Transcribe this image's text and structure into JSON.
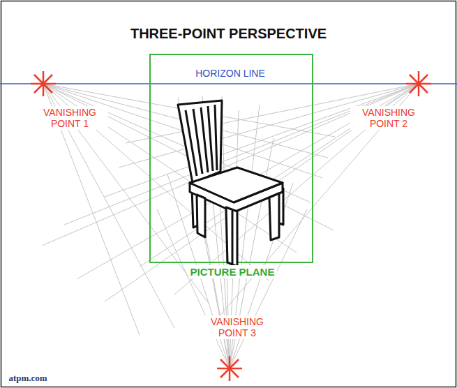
{
  "diagram": {
    "title": "THREE-POINT PERSPECTIVE",
    "labels": [
      "HORIZON LINE",
      "VANISHING POINT 1",
      "VANISHING POINT 2",
      "PICTURE PLANE",
      "VANISHING POINT 3",
      "atpm.com"
    ]
  }
}
